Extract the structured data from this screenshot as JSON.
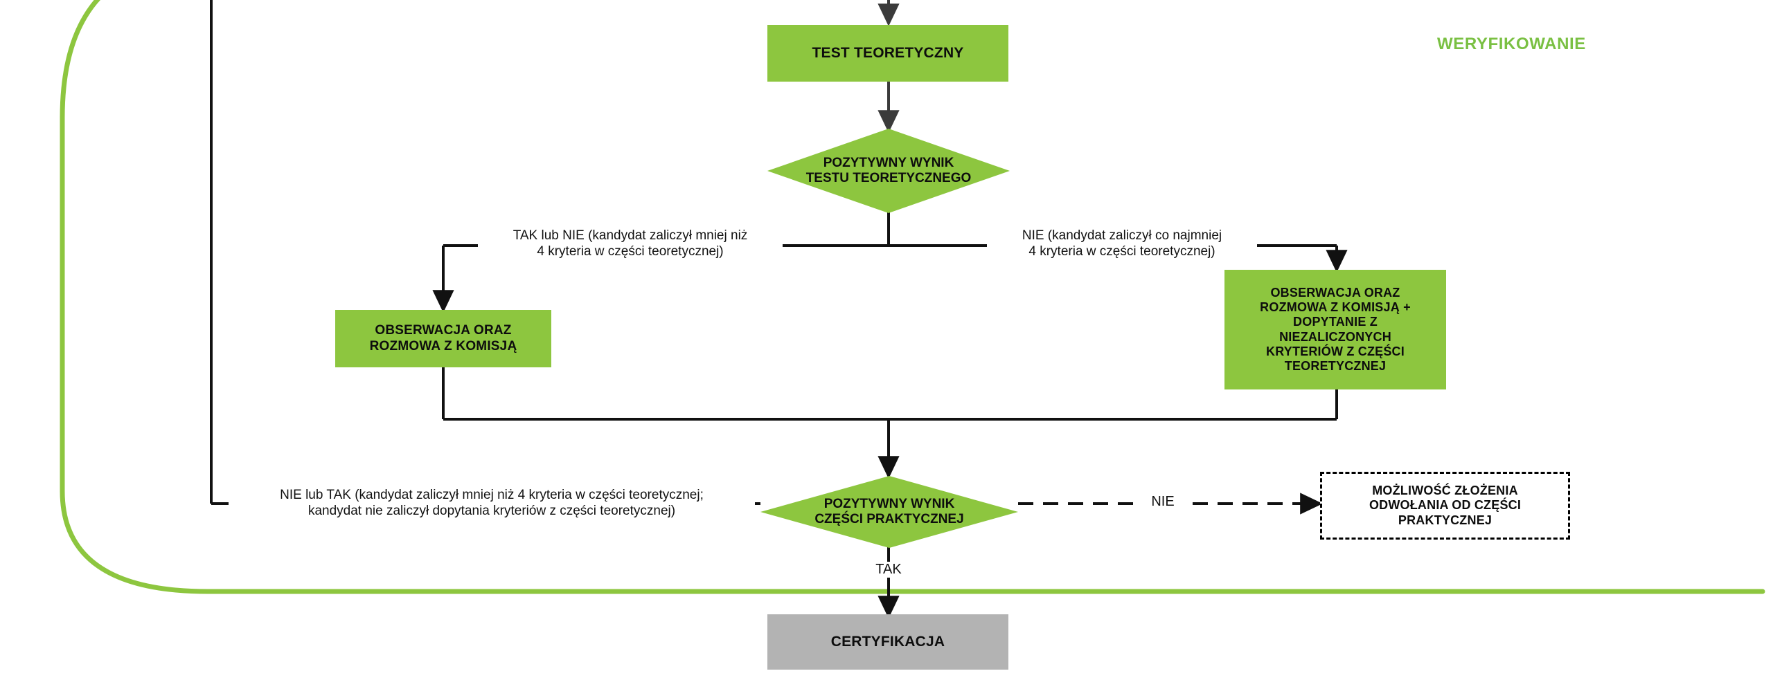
{
  "section": {
    "title": "WERYFIKOWANIE",
    "accent_color": "#7AC043",
    "container_border_color": "#8DC63F"
  },
  "colors": {
    "process_green": "#8DC63F",
    "terminal_gray": "#b3b3b3",
    "line_black": "#111111",
    "text_dark": "#0d0d0d"
  },
  "nodes": {
    "test_teoretyczny": {
      "label": "TEST TEORETYCZNY",
      "shape": "process",
      "fill": "#8DC63F"
    },
    "decision_teoria": {
      "label": "POZYTYWNY WYNIK\nTESTU TEORETYCZNEGO",
      "shape": "decision",
      "fill": "#8DC63F"
    },
    "obserwacja_lewa": {
      "label": "OBSERWACJA ORAZ\nROZMOWA Z KOMISJĄ",
      "shape": "process",
      "fill": "#8DC63F"
    },
    "obserwacja_prawa": {
      "label": "OBSERWACJA ORAZ\nROZMOWA Z KOMISJĄ +\nDOPYTANIE Z\nNIEZALICZONYCH\nKRYTERIÓW Z CZĘŚCI\nTEORETYCZNEJ",
      "shape": "process",
      "fill": "#8DC63F"
    },
    "decision_praktyka": {
      "label": "POZYTYWNY WYNIK\nCZĘŚCI PRAKTYCZNEJ",
      "shape": "decision",
      "fill": "#8DC63F"
    },
    "odwolanie": {
      "label": "MOŻLIWOŚĆ ZŁOŻENIA\nODWOŁANIA OD CZĘŚCI\nPRAKTYCZNEJ",
      "shape": "process-dashed",
      "fill": "#ffffff"
    },
    "certyfikacja": {
      "label": "CERTYFIKACJA",
      "shape": "process",
      "fill": "#b3b3b3"
    }
  },
  "edge_labels": {
    "branch_left": "TAK lub NIE (kandydat zaliczył mniej niż\n4 kryteria w części teoretycznej)",
    "branch_right": "NIE (kandydat zaliczył co najmniej\n4 kryteria w części teoretycznej)",
    "loop_back": "NIE lub TAK (kandydat zaliczył mniej niż 4 kryteria w części teoretycznej;\nkandydat nie zaliczył dopytania kryteriów z części teoretycznej)",
    "nie": "NIE",
    "tak": "TAK"
  }
}
